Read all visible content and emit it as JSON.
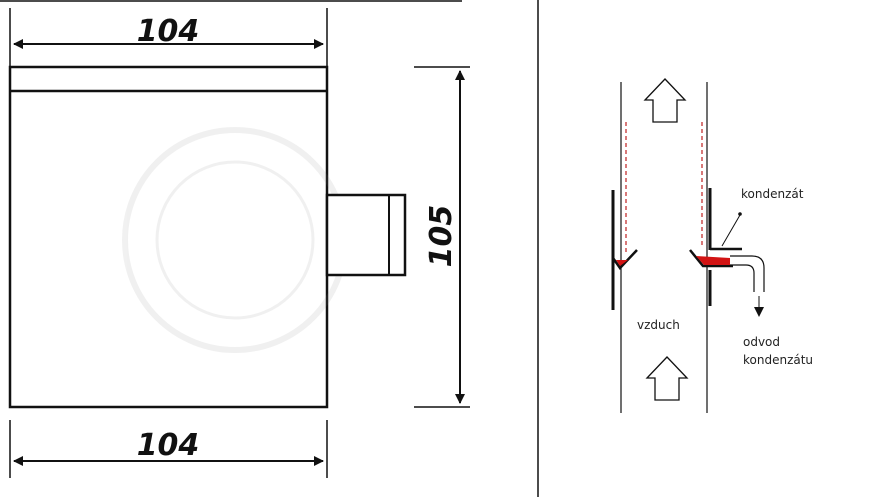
{
  "drawing": {
    "dim_top": "104",
    "dim_bottom": "104",
    "dim_right": "105"
  },
  "schematic": {
    "label_condensate": "kondenzát",
    "label_air": "vzduch",
    "label_drain_line1": "odvod",
    "label_drain_line2": "kondenzátu"
  },
  "colors": {
    "line": "#111111",
    "condensate_red": "#d21414",
    "dashed_red": "#c23030"
  }
}
